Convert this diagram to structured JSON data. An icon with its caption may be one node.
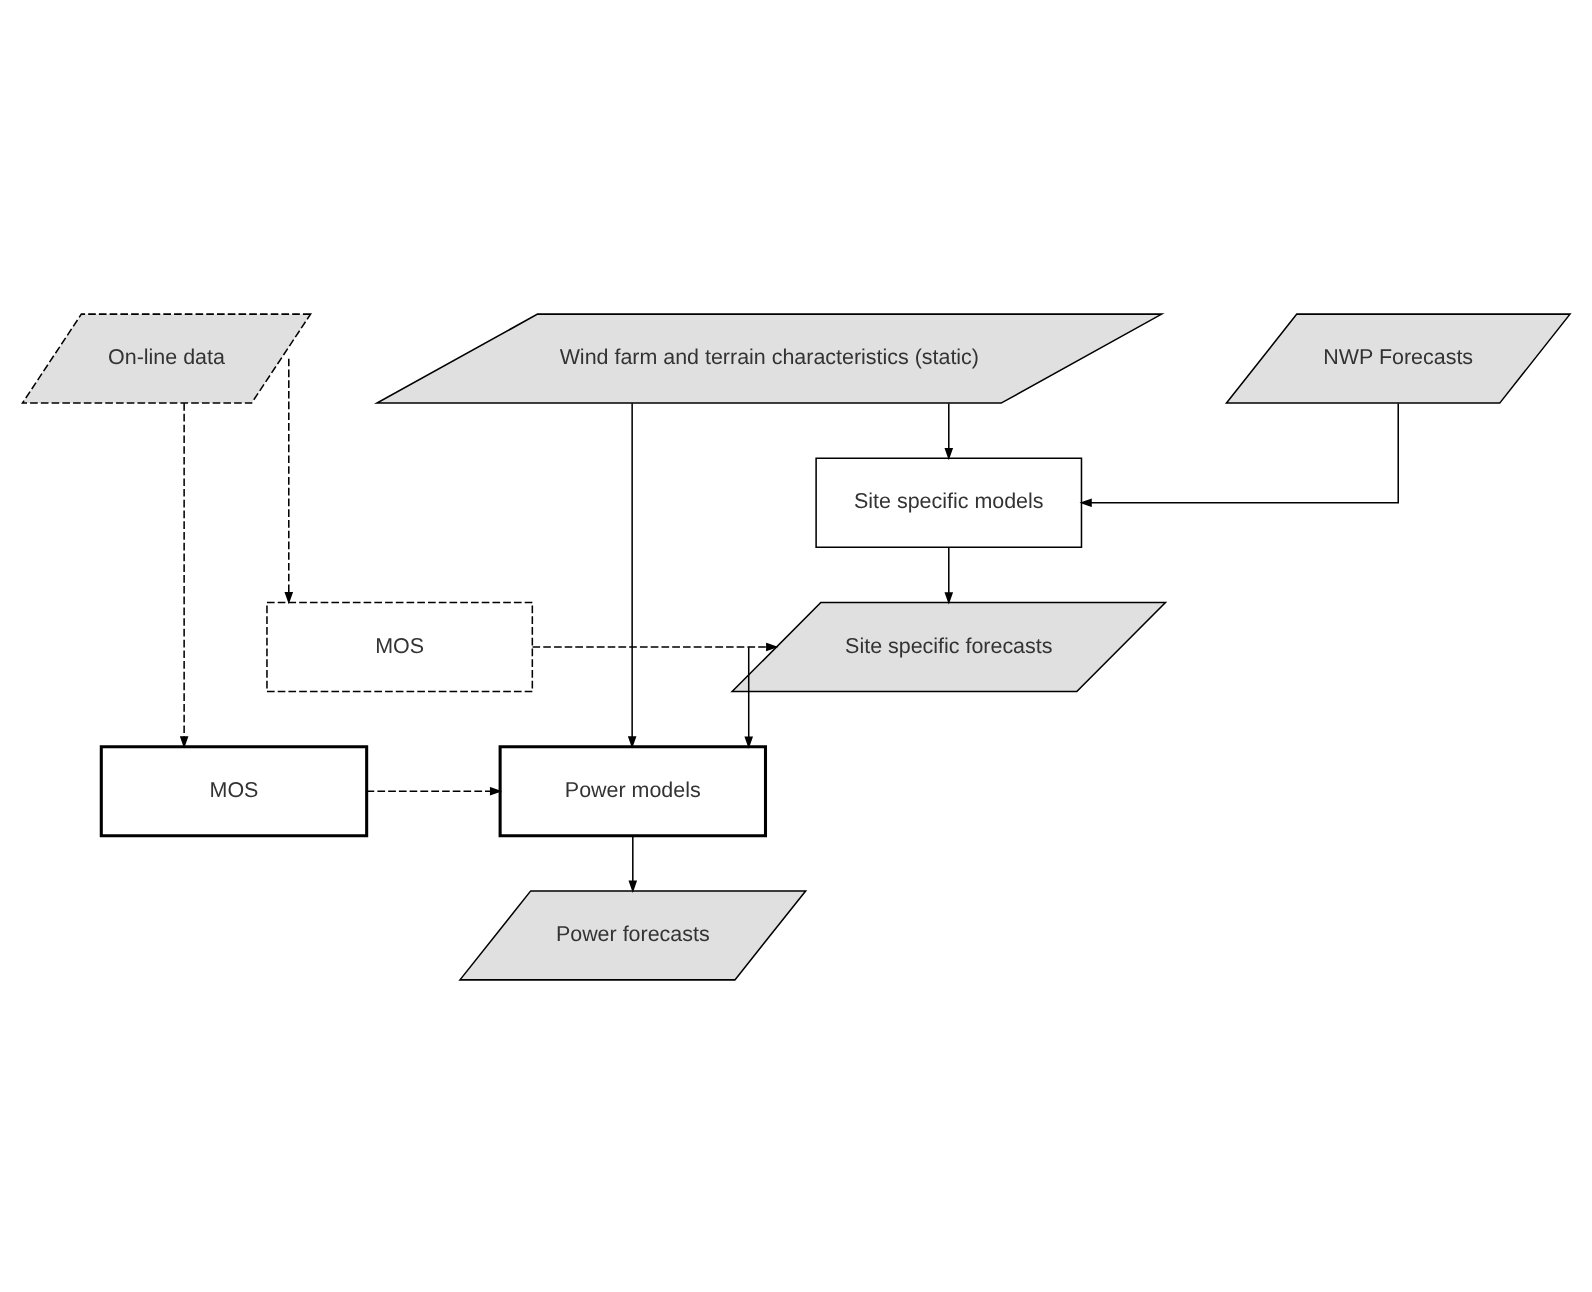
{
  "diagram": {
    "nodes": [
      {
        "text": [
          "Wind farm and terrain characteristics (static)"
        ]
      },
      {
        "text": [
          "NWP Forecasts"
        ]
      },
      {
        "text": [
          "On-line data"
        ]
      },
      {
        "text": [
          "Site specific models"
        ]
      },
      {
        "text": [
          "Site specific forecasts"
        ]
      },
      {
        "text": [
          "MOS"
        ]
      },
      {
        "text": [
          "Power models"
        ]
      },
      {
        "text": [
          "MOS"
        ]
      },
      {
        "text": [
          "Power forecasts"
        ]
      }
    ],
    "edges": [
      {
        "from": 1,
        "to": 3,
        "arrow": "to"
      },
      {
        "from": 0,
        "to": 3,
        "arrow": "to"
      },
      {
        "from": 0,
        "to": 6,
        "arrow": "to"
      },
      {
        "from": 3,
        "to": 4,
        "arrow": "to"
      },
      {
        "from": 5,
        "to": 4,
        "arrow": "to",
        "style": "dashed"
      },
      {
        "from": 4,
        "to": 6,
        "arrow": "to"
      },
      {
        "from": 7,
        "to": 6,
        "arrow": "to",
        "style": "dashed"
      },
      {
        "from": 6,
        "to": 8,
        "arrow": "to"
      },
      {
        "from": 2,
        "to": 5,
        "arrow": "to",
        "style": "dashed"
      },
      {
        "from": 2,
        "to": 7,
        "arrow": "to",
        "style": "dashed"
      }
    ]
  }
}
